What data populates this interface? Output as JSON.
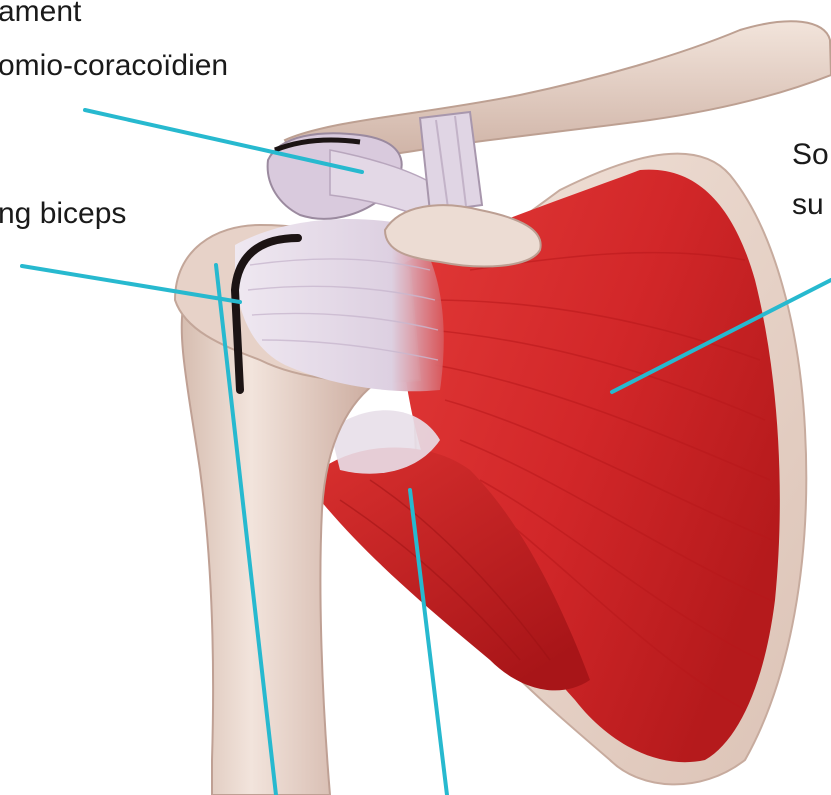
{
  "labels": {
    "ligament_line1": "ament",
    "ligament_line2": "omio-coracoïdien",
    "long_biceps": "ng biceps",
    "right_line1": "So",
    "right_line2": "su"
  },
  "colors": {
    "leader_line": "#27b9cf",
    "muscle_red": "#d2282a",
    "muscle_dark": "#a31416",
    "bone": "#e9d6cc",
    "bone_shade": "#c9aea2",
    "tendon": "#e4dbe8",
    "tendon_shade": "#c7b9cf",
    "tendon_black": "#1c1414"
  }
}
